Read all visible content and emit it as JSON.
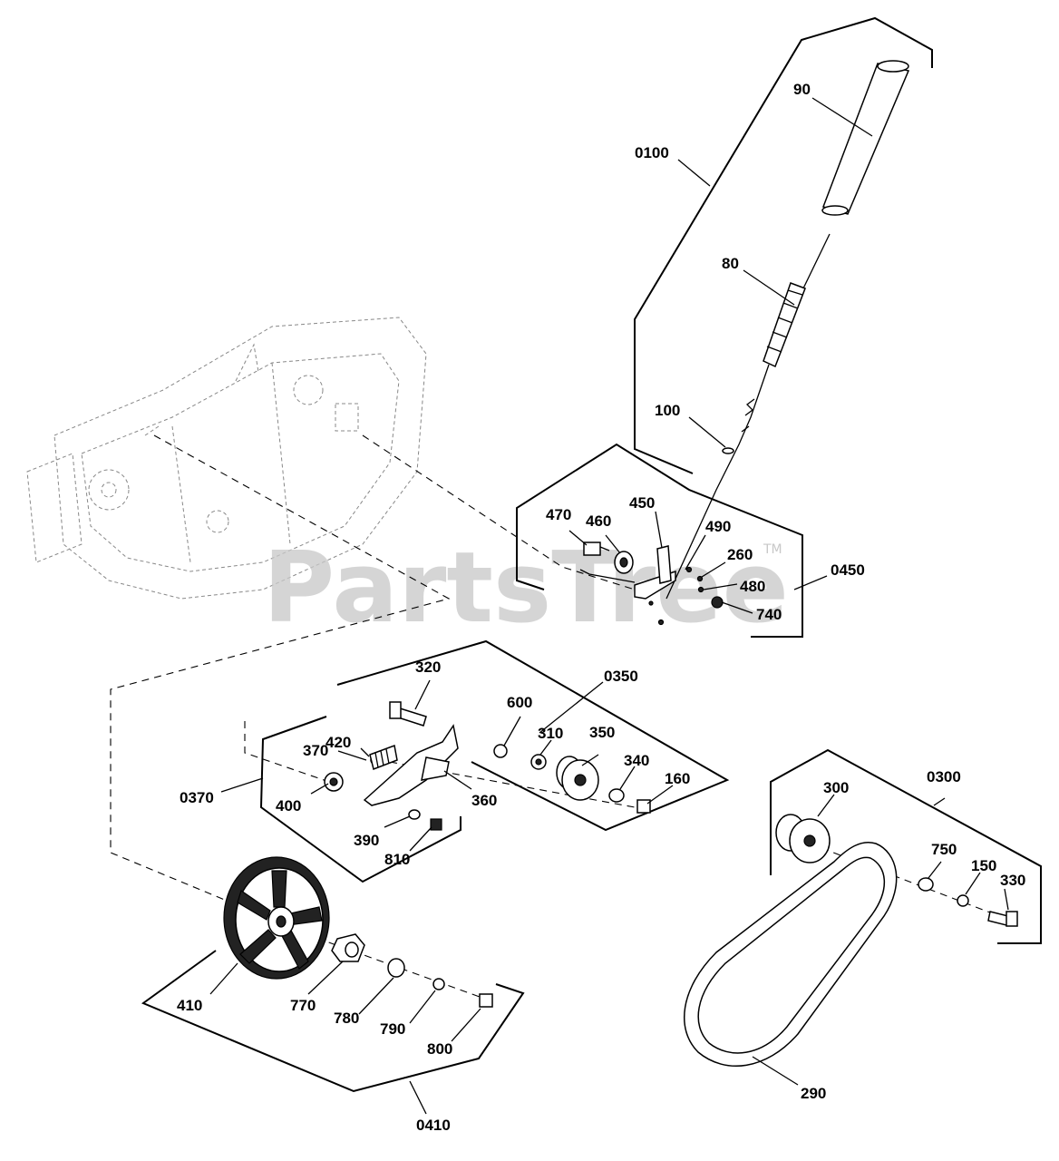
{
  "watermark": {
    "text": "PartsTree",
    "tm": "TM"
  },
  "labels": {
    "l90": "90",
    "l0100": "0100",
    "l80": "80",
    "l100": "100",
    "l450": "450",
    "l470": "470",
    "l460": "460",
    "l490": "490",
    "l260": "260",
    "l480": "480",
    "l740": "740",
    "l0450": "0450",
    "l320": "320",
    "l0350": "0350",
    "l600": "600",
    "l310": "310",
    "l350": "350",
    "l340": "340",
    "l160": "160",
    "l420": "420",
    "l370": "370",
    "l360": "360",
    "l0370": "0370",
    "l400": "400",
    "l390": "390",
    "l810": "810",
    "l300": "300",
    "l0300": "0300",
    "l750": "750",
    "l150": "150",
    "l330": "330",
    "l290": "290",
    "l410": "410",
    "l770": "770",
    "l780": "780",
    "l790": "790",
    "l800": "800",
    "l0410": "0410"
  }
}
